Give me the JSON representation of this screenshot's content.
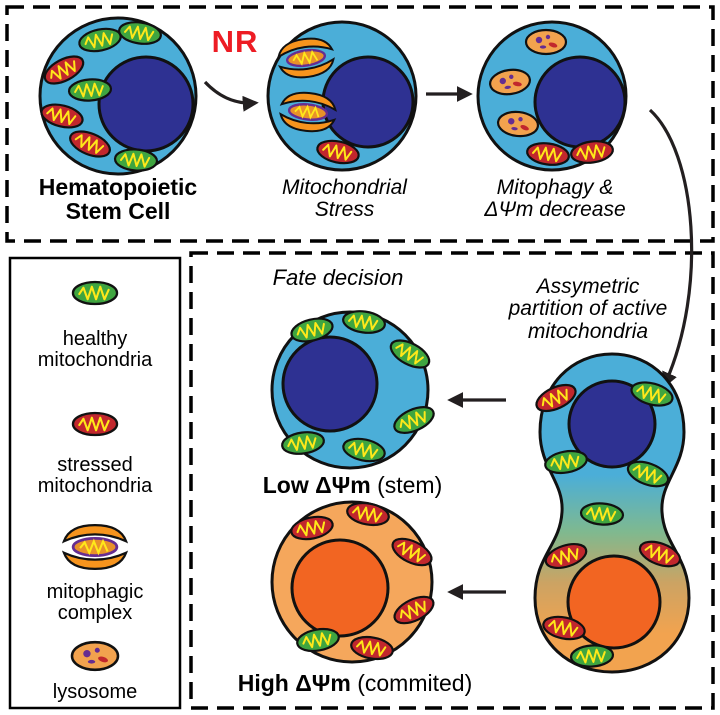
{
  "top_panel": {
    "nr": "NR",
    "hsc_line1": "Hematopoietic",
    "hsc_line2": "Stem Cell",
    "stress_line1": "Mitochondrial",
    "stress_line2": "Stress",
    "mitophagy_line1": "Mitophagy &",
    "mitophagy_line2": "ΔΨm decrease"
  },
  "legend": {
    "healthy_line1": "healthy",
    "healthy_line2": "mitochondria",
    "stressed_line1": "stressed",
    "stressed_line2": "mitochondria",
    "mitophagic_line1": "mitophagic",
    "mitophagic_line2": "complex",
    "lysosome": "lysosome"
  },
  "bottom_panel": {
    "fate_decision": "Fate decision",
    "asym_line1": "Assymetric",
    "asym_line2": "partition of active",
    "asym_line3": "mitochondria",
    "low_bold": "Low ΔΨm",
    "low_rest": " (stem)",
    "high_bold": "High ΔΨm",
    "high_rest": " (commited)"
  },
  "colors": {
    "cell_blue": "#4BAED8",
    "nucleus_blue": "#2E3192",
    "cell_orange": "#F5A75C",
    "nucleus_orange": "#F26522",
    "healthy_green": "#3FA540",
    "stressed_red": "#C1272D",
    "zigzag_yellow": "#FFE81A",
    "organelle_orange": "#F7941D",
    "purple": "#662D91",
    "nr_red": "#ED1C24"
  }
}
